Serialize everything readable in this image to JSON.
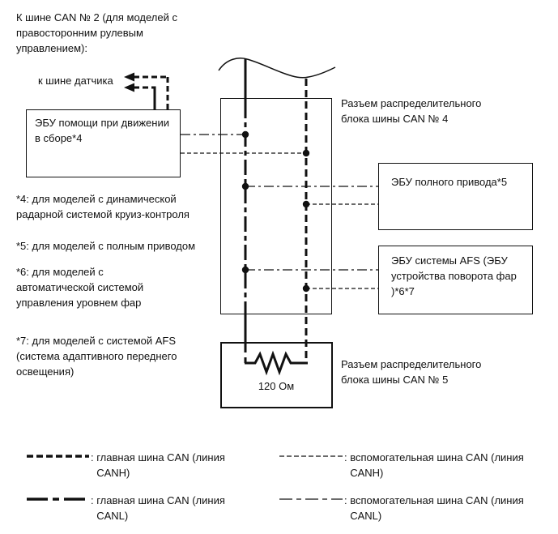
{
  "colors": {
    "ink": "#111111",
    "background": "#ffffff"
  },
  "header": {
    "title": "К шине CAN № 2 (для моделей с\nправосторонним рулевым\nуправлением):"
  },
  "sensor_bus": {
    "label": "к шине датчика"
  },
  "boxes": {
    "assist_ecu": "ЭБУ помощи при движении\nв сборе*4",
    "awd_ecu": "ЭБУ полного привода*5",
    "afs_ecu": "ЭБУ системы AFS (ЭБУ\nустройства поворота фар\n)*6*7"
  },
  "connector_labels": {
    "can4": "Разъем распределительного\nблока шины CAN № 4",
    "can5": "Разъем распределительного\nблока шины CAN № 5"
  },
  "resistor": {
    "value": "120 Ом"
  },
  "notes": {
    "n4": "*4: для моделей с динамической\nрадарной системой круиз-контроля",
    "n5": "*5: для моделей с полным приводом",
    "n6": "*6: для моделей с\nавтоматической системой\nуправления уровнем фар",
    "n7": "*7: для моделей с системой AFS\n(система адаптивного переднего\nосвещения)"
  },
  "legend": {
    "main_canh": ": главная шина CAN (линия\n  CANH)",
    "main_canl": ": главная шина CAN (линия\n  CANL)",
    "sub_canh": ": вспомогательная шина CAN (линия\n  CANH)",
    "sub_canl": ": вспомогательная шина CAN (линия\n  CANL)"
  }
}
